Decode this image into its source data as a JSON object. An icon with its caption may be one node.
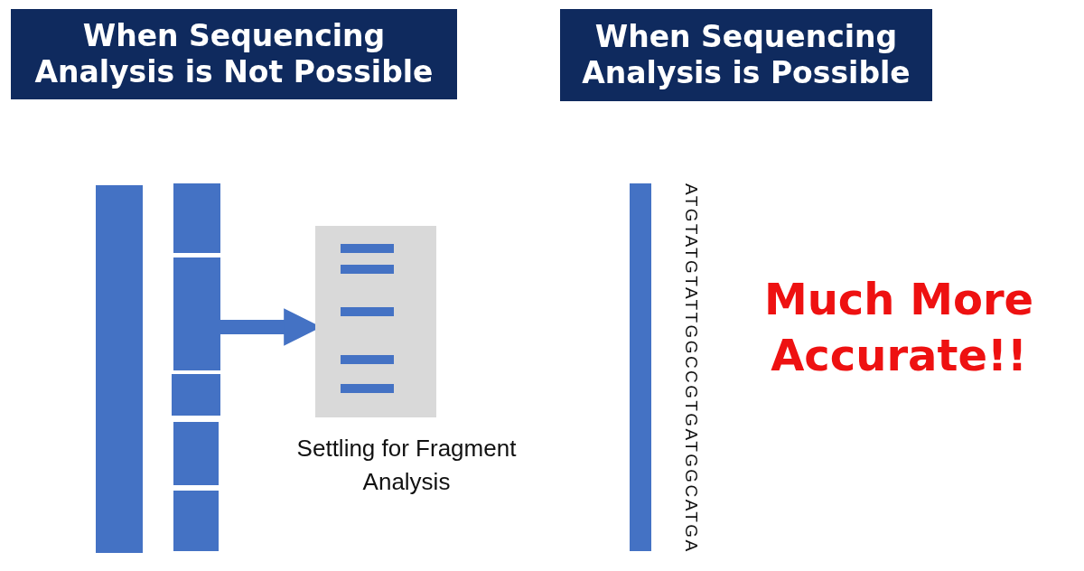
{
  "diagram": {
    "nodes": [
      {
        "text": [
          "When Sequencing Analysis is Not Possible"
        ]
      },
      {
        "text": [
          "When Sequencing Analysis is Possible"
        ]
      },
      {
        "text": [],
        "shape": "bar"
      },
      {
        "text": [],
        "shape": "bar"
      },
      {
        "text": [],
        "shape": "bar"
      },
      {
        "text": [],
        "shape": "bar"
      },
      {
        "text": [],
        "shape": "bar"
      },
      {
        "text": [],
        "shape": "bar"
      },
      {
        "text": [],
        "shape": "box",
        "beside": [
          "Settling for Fragment Analysis"
        ]
      },
      {
        "text": [],
        "shape": "bar",
        "in": 8
      },
      {
        "text": [],
        "shape": "bar",
        "in": 8
      },
      {
        "text": [],
        "shape": "bar",
        "in": 8
      },
      {
        "text": [],
        "shape": "bar",
        "in": 8
      },
      {
        "text": [],
        "shape": "bar",
        "in": 8
      },
      {
        "text": [],
        "shape": "bar",
        "beside": [
          "ATGTATGTATTGGCCGTGATGGCATGA"
        ]
      }
    ],
    "edges": [
      {
        "from": 4,
        "to": 8,
        "arrow": "to"
      }
    ],
    "labels": [
      "Much More Accurate!!"
    ]
  }
}
